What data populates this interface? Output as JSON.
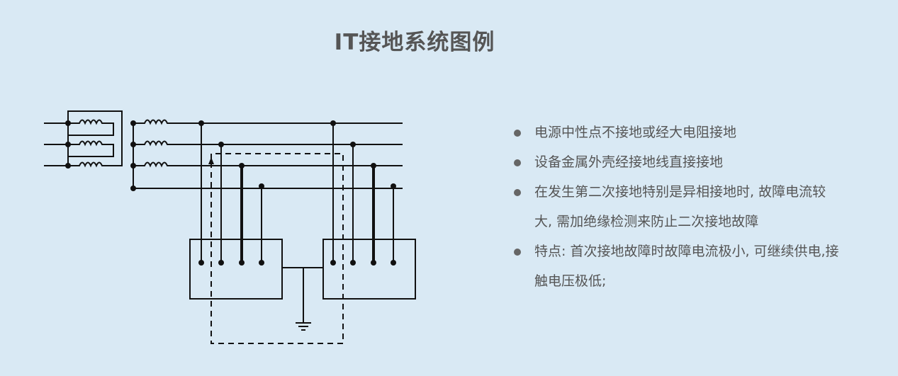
{
  "title": "IT接地系统图例",
  "bullets": [
    "电源中性点不接地或经大电阻接地",
    "设备金属外壳经接地线直接接地",
    "在发生第二次接地特别是异相接地时, 故障电流较大, 需加绝缘检测来防止二次接地故障",
    "特点: 首次接地故障时故障电流极小, 可继续供电,接触电压极低;"
  ],
  "colors": {
    "background": "#d9e9f4",
    "text": "#555555",
    "line": "#111111"
  }
}
